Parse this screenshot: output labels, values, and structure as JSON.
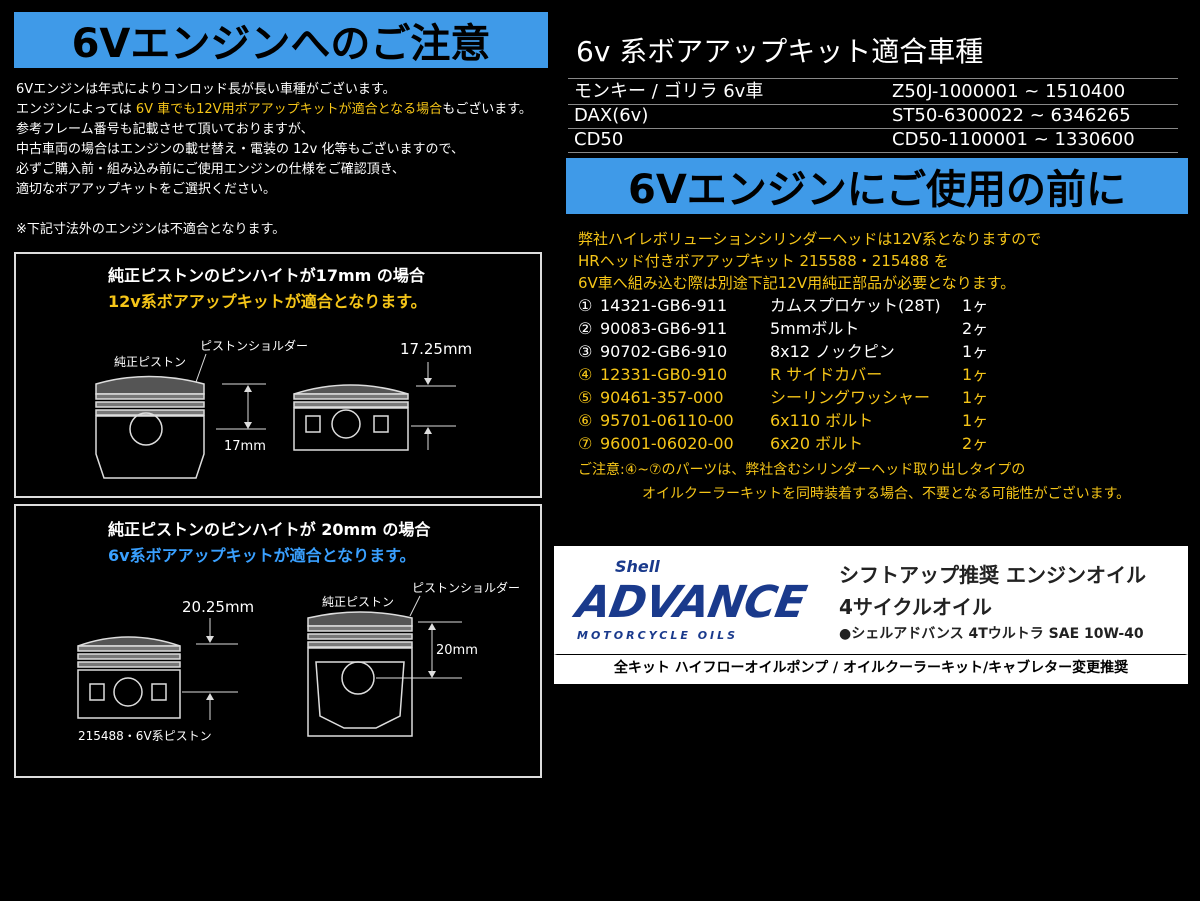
{
  "left": {
    "banner": "6Vエンジンへのご注意",
    "notes": [
      {
        "pre": "6Vエンジンは年式によりコンロッド長が長い車種がございます。",
        "hl": "",
        "post": ""
      },
      {
        "pre": "エンジンによっては ",
        "hl": "6V 車でも12V用ボアアップキットが適合となる場合",
        "post": "もございます。"
      },
      {
        "pre": "参考フレーム番号も記載させて頂いておりますが、",
        "hl": "",
        "post": ""
      },
      {
        "pre": "中古車両の場合はエンジンの載せ替え・電装の 12v 化等もございますので、",
        "hl": "",
        "post": ""
      },
      {
        "pre": "必ずご購入前・組み込み前にご使用エンジンの仕様をご確認頂き、",
        "hl": "",
        "post": ""
      },
      {
        "pre": "適切なボアアップキットをご選択ください。",
        "hl": "",
        "post": ""
      }
    ],
    "notice": "※下記寸法外のエンジンは不適合となります。",
    "box1": {
      "title": "純正ピストンのピンハイトが17mm の場合",
      "subtitle": "12v系ボアアップキットが適合となります。",
      "label_piston": "純正ピストン",
      "label_shoulder": "ピストンショルダー",
      "dim_a": "17mm",
      "dim_b": "17.25mm"
    },
    "box2": {
      "title": "純正ピストンのピンハイトが 20mm の場合",
      "subtitle": "6v系ボアアップキットが適合となります。",
      "dim_a": "20.25mm",
      "label_piston": "純正ピストン",
      "label_shoulder": "ピストンショルダー",
      "dim_b": "20mm",
      "caption": "215488・6V系ピストン"
    }
  },
  "right": {
    "heading": "6v 系ボアアップキット適合車種",
    "vehicles": [
      {
        "model": "モンキー / ゴリラ 6v車",
        "frame": "Z50J-1000001 ~ 1510400"
      },
      {
        "model": "DAX(6v)",
        "frame": "ST50-6300022 ~ 6346265"
      },
      {
        "model": "CD50",
        "frame": "CD50-1100001 ~ 1330600"
      }
    ],
    "banner": "6Vエンジンにご使用の前に",
    "intro": [
      "弊社ハイレボリューションシリンダーヘッドは12V系となりますので",
      "HRヘッド付きボアアップキット 215588・215488 を",
      "6V車へ組み込む際は別途下記12V用純正部品が必要となります。"
    ],
    "parts": [
      {
        "no": "①",
        "pn": "14321-GB6-911",
        "name": "カムスプロケット(28T)",
        "qty": "1ヶ"
      },
      {
        "no": "②",
        "pn": "90083-GB6-911",
        "name": "5mmボルト",
        "qty": "2ヶ"
      },
      {
        "no": "③",
        "pn": "90702-GB6-910",
        "name": "8x12 ノックピン",
        "qty": "1ヶ"
      },
      {
        "no": "④",
        "pn": "12331-GB0-910",
        "name": "R サイドカバー",
        "qty": "1ヶ"
      },
      {
        "no": "⑤",
        "pn": "90461-357-000",
        "name": "シーリングワッシャー",
        "qty": "1ヶ"
      },
      {
        "no": "⑥",
        "pn": "95701-06110-00",
        "name": "6x110 ボルト",
        "qty": "1ヶ"
      },
      {
        "no": "⑦",
        "pn": "96001-06020-00",
        "name": "6x20 ボルト",
        "qty": "2ヶ"
      }
    ],
    "caution_1": "ご注意:④~⑦のパーツは、弊社含むシリンダーヘッド取り出しタイプの",
    "caution_2": "オイルクーラーキットを同時装着する場合、不要となる可能性がございます。",
    "shell": {
      "brand": "Shell",
      "logo": "ADVANCE",
      "logo_sub": "MOTORCYCLE OILS",
      "line1": "シフトアップ推奨 エンジンオイル",
      "line2": "4サイクルオイル",
      "line3": "●シェルアドバンス 4Tウルトラ SAE 10W-40",
      "footer": "全キット ハイフローオイルポンプ / オイルクーラーキット/キャブレター変更推奨"
    }
  },
  "colors": {
    "banner": "#3f9ae8",
    "highlight_yellow": "#f5c518",
    "highlight_blue": "#39a0ff",
    "advance_blue": "#1a3a8c"
  }
}
